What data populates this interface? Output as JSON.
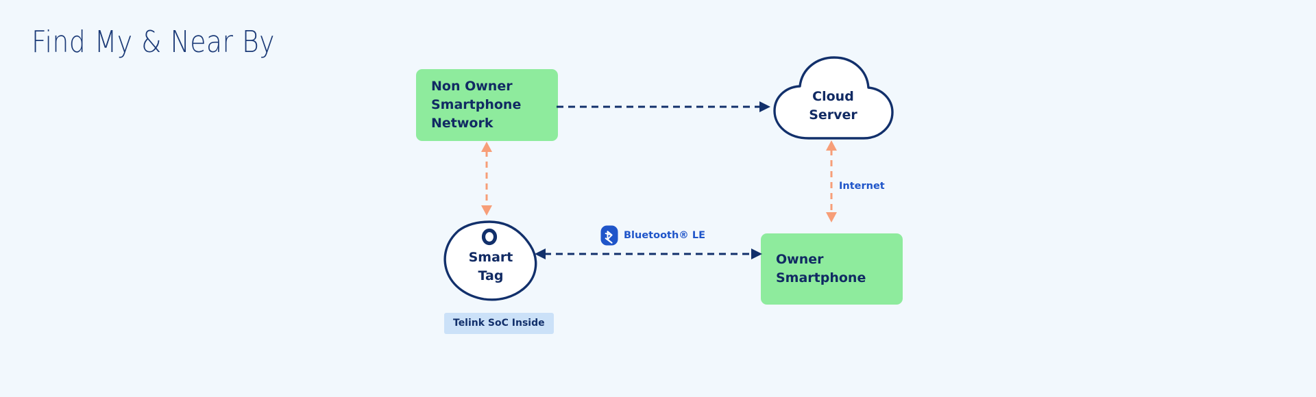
{
  "page": {
    "title": "Find My & Near By",
    "background_color": "#f2f8fd"
  },
  "colors": {
    "navy": "#112a63",
    "navy_title": "#1b3a77",
    "green_node": "#8eeb9d",
    "orange_arrow": "#f79e78",
    "blue_accent": "#1f55c9",
    "badge_bg": "#cbe1f8",
    "cloud_fill": "#ffffff"
  },
  "nodes": {
    "non_owner_smartphone_network": {
      "label": "Non Owner\nSmartphone\nNetwork",
      "shape": "rounded-rect",
      "fill": "#8eeb9d"
    },
    "cloud_server": {
      "label": "Cloud\nServer",
      "shape": "cloud",
      "fill": "#ffffff"
    },
    "smart_tag": {
      "label": "Smart\nTag",
      "shape": "tag-blob",
      "fill": "#ffffff"
    },
    "owner_smartphone": {
      "label": "Owner\nSmartphone",
      "shape": "rounded-rect",
      "fill": "#8eeb9d"
    }
  },
  "badges": {
    "telink": {
      "label": "Telink SoC Inside"
    }
  },
  "connectors": {
    "network_to_cloud": {
      "style": "dashed",
      "color": "#12306b",
      "direction": "one-way-right",
      "label": ""
    },
    "network_to_tag": {
      "style": "dashed",
      "color": "#f79e78",
      "direction": "two-way-vertical",
      "label": ""
    },
    "cloud_to_owner": {
      "style": "dashed",
      "color": "#f79e78",
      "direction": "two-way-vertical",
      "label": "Internet"
    },
    "tag_to_owner": {
      "style": "dashed",
      "color": "#12306b",
      "direction": "two-way-horizontal",
      "label": "Bluetooth® LE",
      "icon": "bluetooth-icon"
    }
  },
  "labels": {
    "bluetooth": "Bluetooth® LE",
    "internet": "Internet"
  }
}
